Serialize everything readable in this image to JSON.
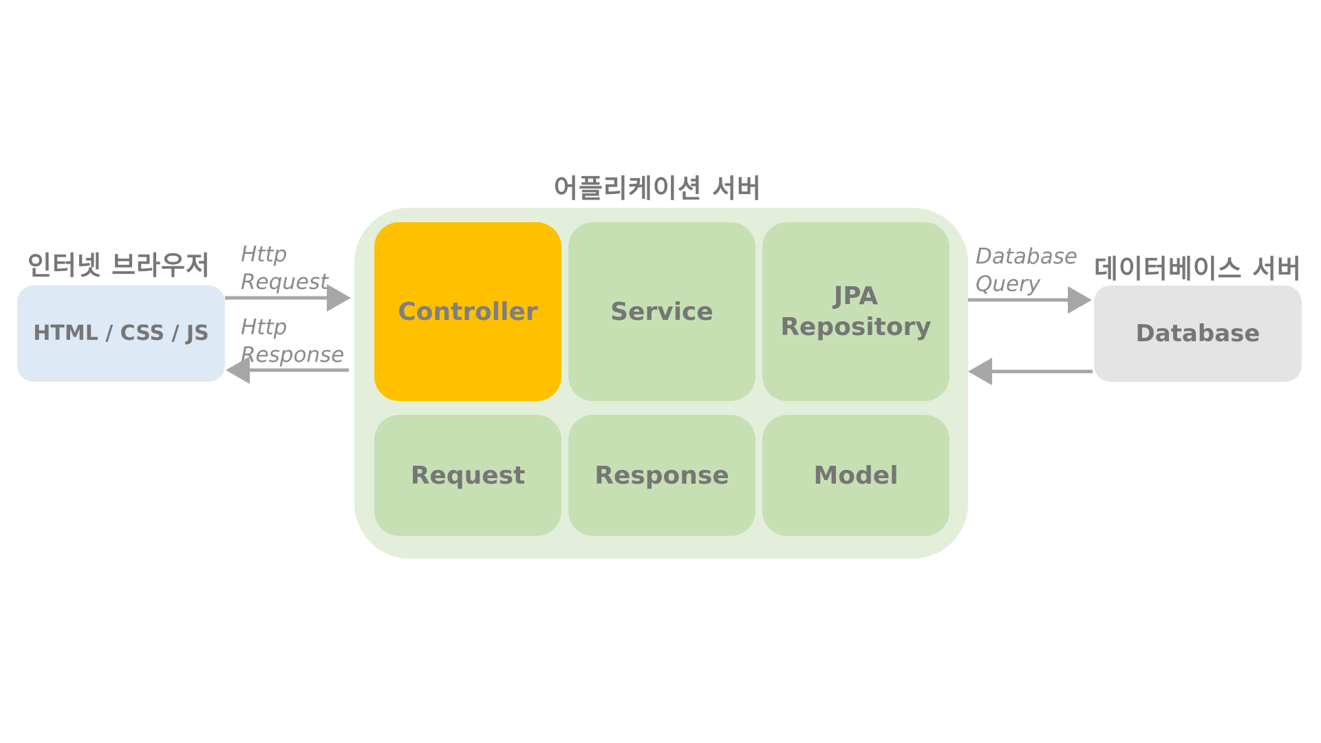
{
  "browser": {
    "title": "인터넷 브라우저",
    "box_label": "HTML / CSS / JS"
  },
  "app_server": {
    "title": "어플리케이션 서버",
    "cells": [
      {
        "label": "Controller"
      },
      {
        "label": "Service"
      },
      {
        "label": "JPA\nRepository"
      },
      {
        "label": "Request"
      },
      {
        "label": "Response"
      },
      {
        "label": "Model"
      }
    ]
  },
  "db_server": {
    "title": "데이터베이스 서버",
    "box_label": "Database"
  },
  "arrows": {
    "http_request": [
      "Http",
      "Request"
    ],
    "http_response": [
      "Http",
      "Response"
    ],
    "db_query": [
      "Database",
      "Query"
    ]
  },
  "colors": {
    "browser_box": "#dde9f5",
    "app_container": "#e3efda",
    "cell": "#c6e0b4",
    "controller": "#ffc000",
    "db_box": "#e4e4e4",
    "arrow": "#a6a6a6",
    "text": "#767676"
  }
}
